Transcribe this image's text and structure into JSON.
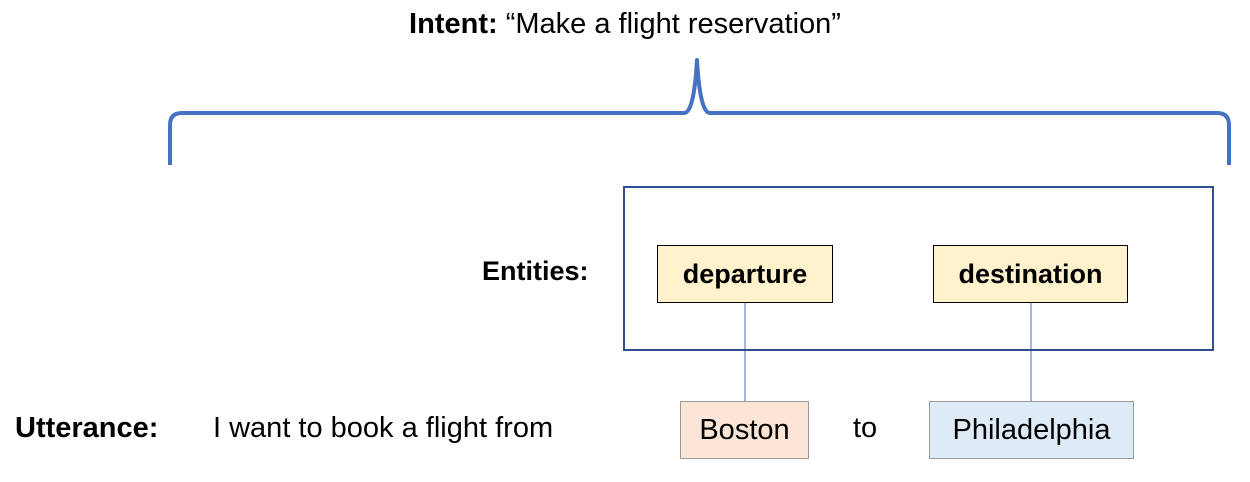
{
  "intent": {
    "label": "Intent:",
    "value": "“Make a flight reservation”"
  },
  "entities": {
    "label": "Entities:",
    "items": [
      {
        "name": "departure"
      },
      {
        "name": "destination"
      }
    ]
  },
  "utterance": {
    "label": "Utterance:",
    "prefix": "I want to book a flight from",
    "connector": "to",
    "tokens": [
      {
        "text": "Boston",
        "entity": "departure"
      },
      {
        "text": "Philadelphia",
        "entity": "destination"
      }
    ]
  },
  "colors": {
    "brace": "#4472C4",
    "entities_box_border": "#2F4F8F",
    "entity_fill": "#FFF2CC",
    "connector_line": "#4472C4",
    "departure_token_fill": "#FBE5D6",
    "destination_token_fill": "#DEEBF7"
  }
}
